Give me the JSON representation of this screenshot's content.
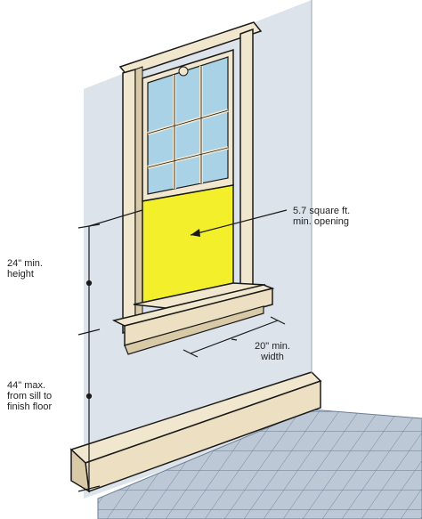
{
  "labels": {
    "opening": "5.7 square ft.\nmin. opening",
    "height": "24\" min.\nheight",
    "width": "20\" min.\nwidth",
    "sill": "44\" max.\nfrom sill to\nfinish floor"
  },
  "colors": {
    "wall": "#dde3ea",
    "floor_tile": "#bcc8d6",
    "grout": "#6e7f92",
    "trim": "#f1e7cf",
    "trim_shadow": "#d8c9a7",
    "glass": "#a9d2e6",
    "opening": "#f3f02b",
    "line": "#1a1a1a"
  }
}
